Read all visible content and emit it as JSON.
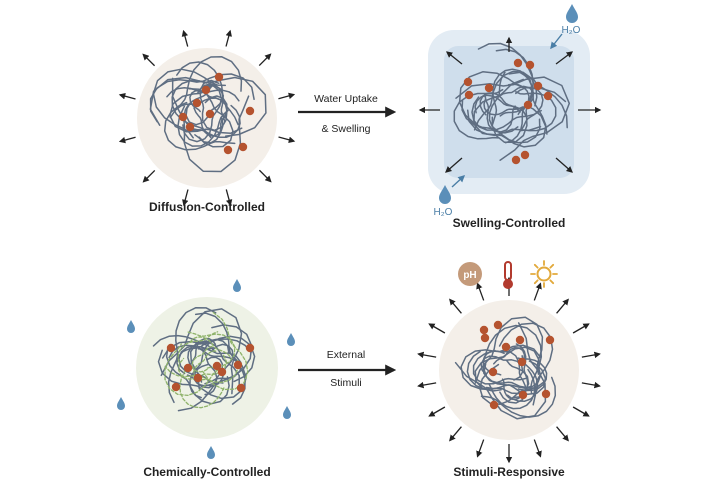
{
  "panels": {
    "diffusion": {
      "label": "Diffusion-Controlled"
    },
    "swelling": {
      "label": "Swelling-Controlled",
      "water_in_label": "H₂O",
      "water_out_label": "H₂O"
    },
    "chemical": {
      "label": "Chemically-Controlled"
    },
    "stimuli": {
      "label": "Stimuli-Responsive",
      "ph_label": "pH"
    }
  },
  "arrows": {
    "top": {
      "line1": "Water Uptake",
      "line2": "& Swelling"
    },
    "bottom": {
      "line1": "External",
      "line2": "Stimuli"
    }
  },
  "colors": {
    "particle": "#b5532f",
    "fiber": "#5f6e82",
    "water": "#5b8fb9",
    "sphere": "#f4efe9",
    "swell_outer": "#e3ecf4",
    "swell_inner": "#cfdeec",
    "chem_sphere": "#eef2e6",
    "dashed": "#8fb36b",
    "ph_badge": "#c49a7a",
    "thermo": "#b23a2e",
    "sun": "#e2a93b"
  },
  "icons": [
    "outward-arrow-icon",
    "water-drop-icon",
    "ph-icon",
    "thermometer-icon",
    "sun-icon",
    "process-arrow-icon"
  ]
}
